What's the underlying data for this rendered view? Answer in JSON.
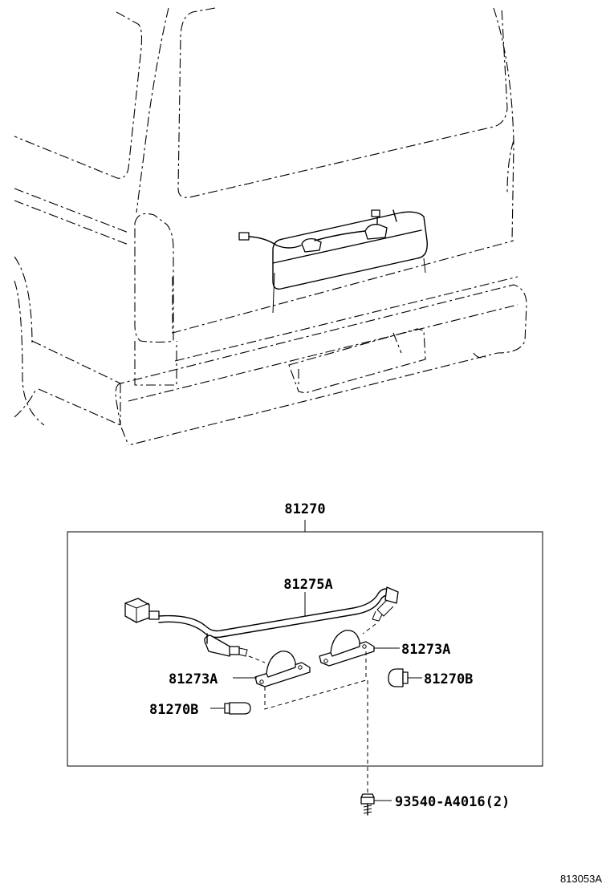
{
  "labels": {
    "assembly": "81270",
    "wire": "81275A",
    "lamp_right": "81273A",
    "lamp_left": "81273A",
    "bulb_right": "81270B",
    "bulb_left": "81270B",
    "screw": "93540-A4016(2)"
  },
  "diagram_ref": "813053A"
}
